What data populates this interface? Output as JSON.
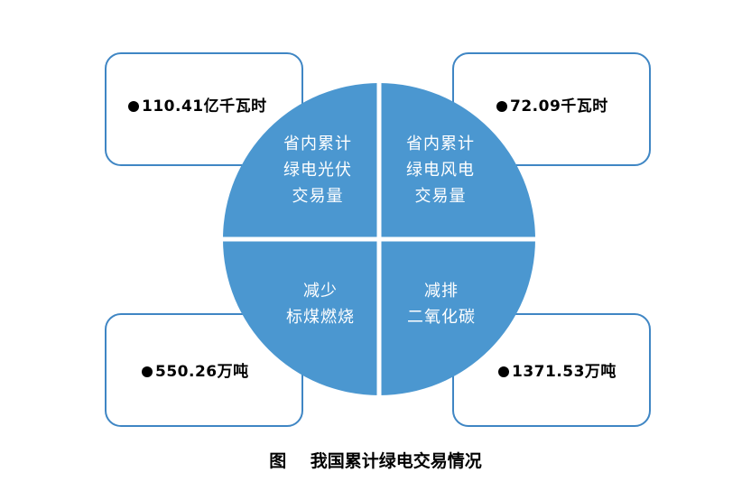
{
  "quadrants": {
    "top_left": [
      "省内累计",
      "绿电光伏",
      "交易量"
    ],
    "top_right": [
      "省内累计",
      "绿电风电",
      "交易量"
    ],
    "bottom_left": [
      "减少",
      "标煤燃烧"
    ],
    "bottom_right": [
      "减排",
      "二氧化碳"
    ]
  },
  "values": {
    "top_left": "110.41亿千瓦时",
    "top_right": "72.09千瓦时",
    "bottom_left": "550.26万吨",
    "bottom_right": "1371.53万吨"
  },
  "caption": "图    我国累计绿电交易情况",
  "colors": {
    "circle_fill": "#4b97d0",
    "box_border": "#3f86c4",
    "divider": "#ffffff"
  }
}
